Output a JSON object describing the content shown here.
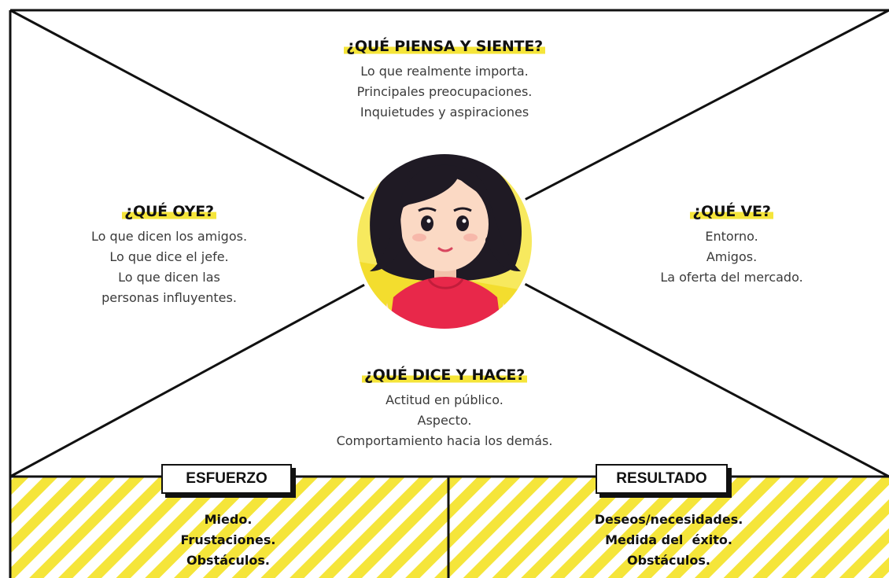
{
  "colors": {
    "accent_yellow": "#f5e53a",
    "ink": "#111111",
    "text": "#3a3a3a",
    "shirt": "#e8284a",
    "hair": "#1f1a24",
    "skin": "#fbd9c4"
  },
  "thinks_feels": {
    "title": "¿QUÉ PIENSA Y SIENTE?",
    "lines": [
      "Lo que realmente importa.",
      "Principales preocupaciones.",
      "Inquietudes y aspiraciones"
    ]
  },
  "hears": {
    "title": "¿QUÉ OYE?",
    "lines": [
      "Lo que dicen los amigos.",
      "Lo que dice el jefe.",
      "Lo que dicen las",
      "personas influyentes."
    ]
  },
  "sees": {
    "title": "¿QUÉ VE?",
    "lines": [
      "Entorno.",
      "Amigos.",
      "La oferta del mercado."
    ]
  },
  "says_does": {
    "title": "¿QUÉ DICE Y HACE?",
    "lines": [
      "Actitud en público.",
      "Aspecto.",
      "Comportamiento hacia los demás."
    ]
  },
  "effort": {
    "label": "ESFUERZO",
    "lines": [
      "Miedo.",
      "Frustaciones.",
      "Obstáculos."
    ]
  },
  "result": {
    "label": "RESULTADO",
    "lines": [
      "Deseos/necesidades.",
      "Medida del  éxito.",
      "Obstáculos."
    ]
  },
  "avatar": {
    "icon": "person-avatar-icon"
  }
}
